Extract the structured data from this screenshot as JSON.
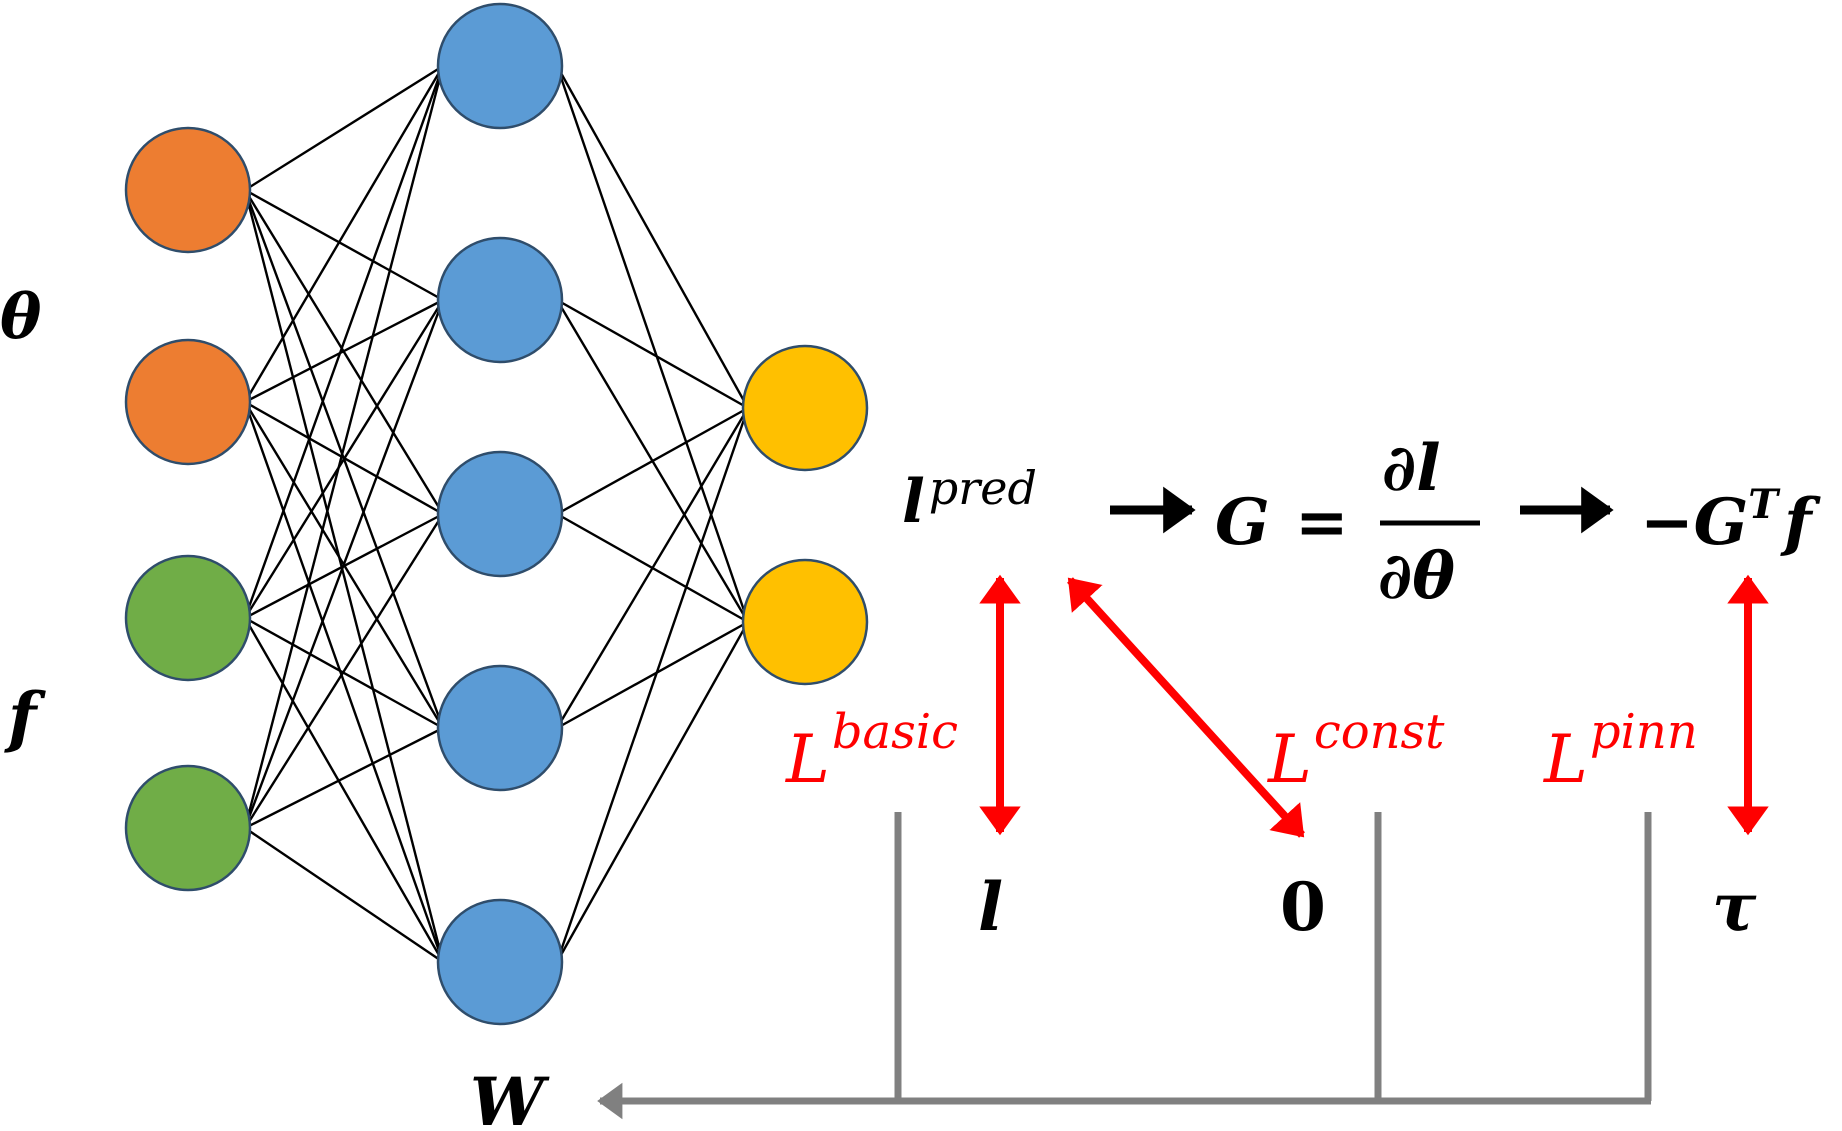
{
  "colors": {
    "input_theta": "#ED7D31",
    "input_f": "#70AD47",
    "hidden": "#5B9BD5",
    "output": "#FFC000",
    "node_stroke": "#2F4D6B",
    "edge": "#000000",
    "loss_red": "#FF0000",
    "feedback_gray": "#808080"
  },
  "network": {
    "layers": [
      {
        "name": "input",
        "nodes": 4,
        "node_colors": [
          "input_theta",
          "input_theta",
          "input_f",
          "input_f"
        ]
      },
      {
        "name": "hidden",
        "nodes": 5
      },
      {
        "name": "output",
        "nodes": 2
      }
    ],
    "fully_connected": true
  },
  "labels": {
    "theta": "θ",
    "f": "f",
    "W": "W",
    "l_pred_base": "l",
    "l_pred_sup": "pred",
    "G": "G",
    "equals": "=",
    "frac_num": "∂l",
    "frac_den": "∂θ",
    "negGTf_minus": "−",
    "negGTf_G": "G",
    "negGTf_T": "T",
    "negGTf_f": "f",
    "target_l": "l",
    "target_zero": "0",
    "target_tau": "τ"
  },
  "losses": {
    "basic": {
      "base": "L",
      "sup": "basic"
    },
    "const": {
      "base": "L",
      "sup": "const"
    },
    "pinn": {
      "base": "L",
      "sup": "pinn"
    }
  },
  "arrows": {
    "icons": [
      "right-arrow-icon",
      "double-headed-arrow-icon",
      "left-arrow-icon"
    ]
  }
}
